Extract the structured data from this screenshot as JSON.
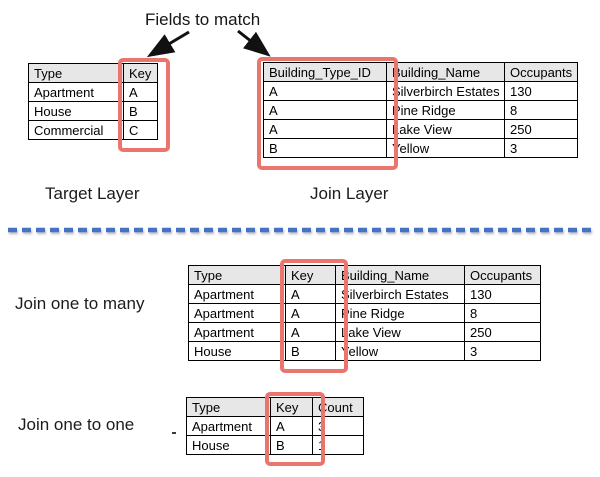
{
  "title": "Fields to match",
  "colors": {
    "highlight": "#e9756c",
    "header_bg": "#e7e7e7",
    "divider_blue": "#4472c4",
    "table_border": "#000000"
  },
  "labels": {
    "target_layer": "Target Layer",
    "join_layer": "Join Layer",
    "join_one_to_many": "Join one to many",
    "join_one_to_one": "Join one to one"
  },
  "tables": {
    "target": {
      "columns": [
        "Type",
        "Key"
      ],
      "rows": [
        [
          "Apartment",
          "A"
        ],
        [
          "House",
          "B"
        ],
        [
          "Commercial",
          "C"
        ]
      ],
      "highlighted_column": "Key"
    },
    "join": {
      "columns": [
        "Building_Type_ID",
        "Building_Name",
        "Occupants"
      ],
      "rows": [
        [
          "A",
          "Silverbirch Estates",
          "130"
        ],
        [
          "A",
          "Pine Ridge",
          "8"
        ],
        [
          "A",
          "Lake View",
          "250"
        ],
        [
          "B",
          "Yellow",
          "3"
        ]
      ],
      "highlighted_column": "Building_Type_ID"
    },
    "one_to_many": {
      "columns": [
        "Type",
        "Key",
        "Building_Name",
        "Occupants"
      ],
      "rows": [
        [
          "Apartment",
          "A",
          "Silverbirch Estates",
          "130"
        ],
        [
          "Apartment",
          "A",
          "Pine Ridge",
          "8"
        ],
        [
          "Apartment",
          "A",
          "Lake View",
          "250"
        ],
        [
          "House",
          "B",
          "Yellow",
          "3"
        ]
      ],
      "highlighted_column": "Key"
    },
    "one_to_one": {
      "columns": [
        "Type",
        "Key",
        "Count"
      ],
      "rows": [
        [
          "Apartment",
          "A",
          "3"
        ],
        [
          "House",
          "B",
          "1"
        ]
      ],
      "highlighted_column": "Key"
    }
  }
}
